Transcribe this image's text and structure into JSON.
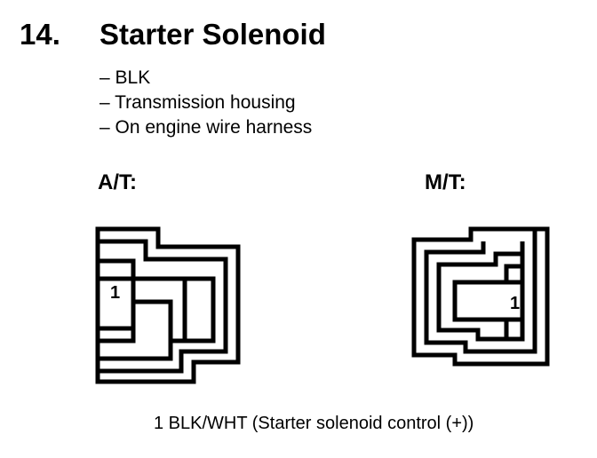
{
  "header": {
    "number": "14.",
    "title": "Starter Solenoid"
  },
  "details": [
    "– BLK",
    "– Transmission housing",
    "– On engine wire harness"
  ],
  "connectors": [
    {
      "label": "A/T:",
      "pin_label": "1"
    },
    {
      "label": "M/T:",
      "pin_label": "1"
    }
  ],
  "pin_legend": "1  BLK/WHT (Starter solenoid control (+))"
}
